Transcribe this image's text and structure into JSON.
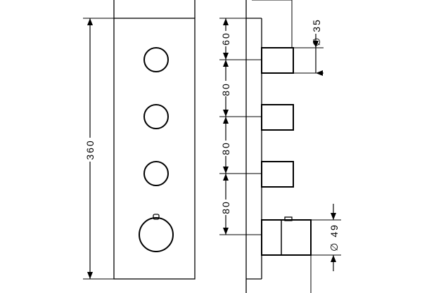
{
  "dimensions": {
    "overall_height": "360",
    "spacing_top": "60",
    "spacing_1": "80",
    "spacing_2": "80",
    "spacing_3": "80",
    "knob_diameter": "∅ 35",
    "thermostat_diameter": "∅ 49"
  },
  "colors": {
    "line": "#000000",
    "background": "#ffffff"
  }
}
